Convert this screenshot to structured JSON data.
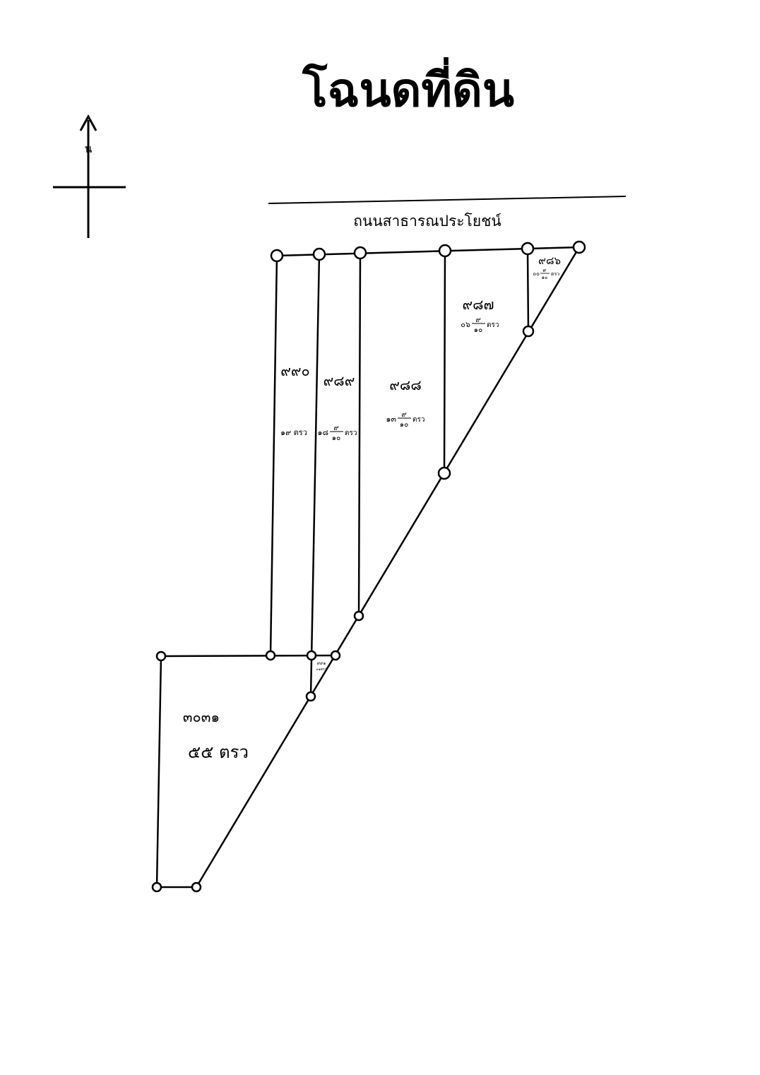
{
  "title": "โฉนดที่ดิน",
  "compass": {
    "north_label": "น"
  },
  "road_label": "ถนนสาธารณประโยชน์",
  "parcels": [
    {
      "number": "๙๙๐",
      "area": "๑๙ ตรว"
    },
    {
      "number": "๙๘๙",
      "area_whole": "๑๘",
      "area_num": "๙",
      "area_den": "๑๐",
      "unit": "ตรว"
    },
    {
      "number": "๙๘๘",
      "area_whole": "๑๓",
      "area_num": "๙",
      "area_den": "๑๐",
      "unit": "ตรว"
    },
    {
      "number": "๙๘๗",
      "area_whole": "๐๖",
      "area_num": "๙",
      "area_den": "๑๐",
      "unit": "ตรว"
    },
    {
      "number": "๙๘๖",
      "area_whole": "๐๐",
      "area_num": "๙",
      "area_den": "๑๐",
      "unit": "ตรว"
    },
    {
      "number": "๙๙๑",
      "area": "๐๑ตรว"
    },
    {
      "number": "๓๐๓๑",
      "area": "๕๕ ตรว"
    }
  ],
  "colors": {
    "ink": "#000000",
    "paper": "#ffffff"
  }
}
